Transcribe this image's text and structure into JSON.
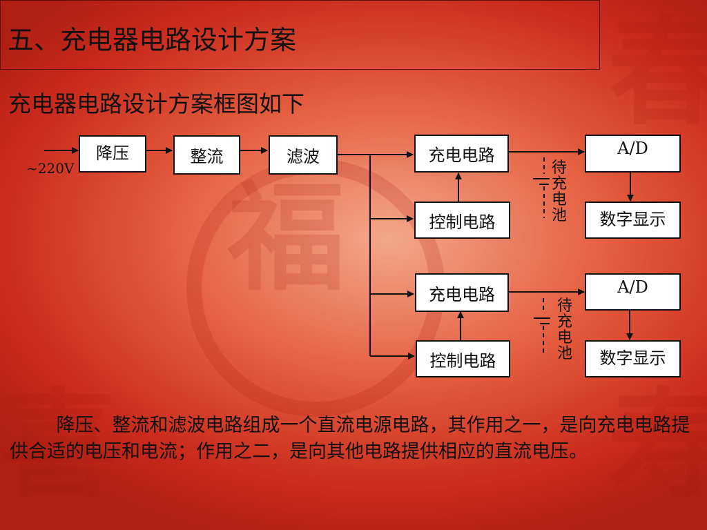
{
  "slide": {
    "title": "五、充电器电路设计方案",
    "subtitle": "充电器电路设计方案框图如下",
    "paragraph": "降压、整流和滤波电路组成一个直流电源电路，其作用之一，是向充电电路提供合适的电压和电流；作用之二，是向其他电路提供相应的直流电压。"
  },
  "diagram": {
    "input_label": "~220V",
    "stage_step_down": "降压",
    "stage_rectify": "整流",
    "stage_filter": "滤波",
    "branches": [
      {
        "charge_circuit": "充电电路",
        "control_circuit": "控制电路",
        "battery_label": "待充电池",
        "ad": "A/D",
        "display": "数字显示"
      },
      {
        "charge_circuit": "充电电路",
        "control_circuit": "控制电路",
        "battery_label": "待充电池",
        "ad": "A/D",
        "display": "数字显示"
      }
    ]
  }
}
